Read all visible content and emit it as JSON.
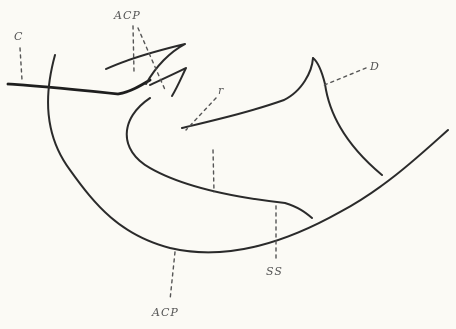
{
  "labels": {
    "c": "C",
    "acp_top": "ACP",
    "d": "D",
    "r": "r",
    "ss": "SS",
    "acp_bottom": "ACP"
  },
  "colors": {
    "ink": "#2a2a2a",
    "label": "#555555",
    "paper": "#fbfaf5"
  }
}
